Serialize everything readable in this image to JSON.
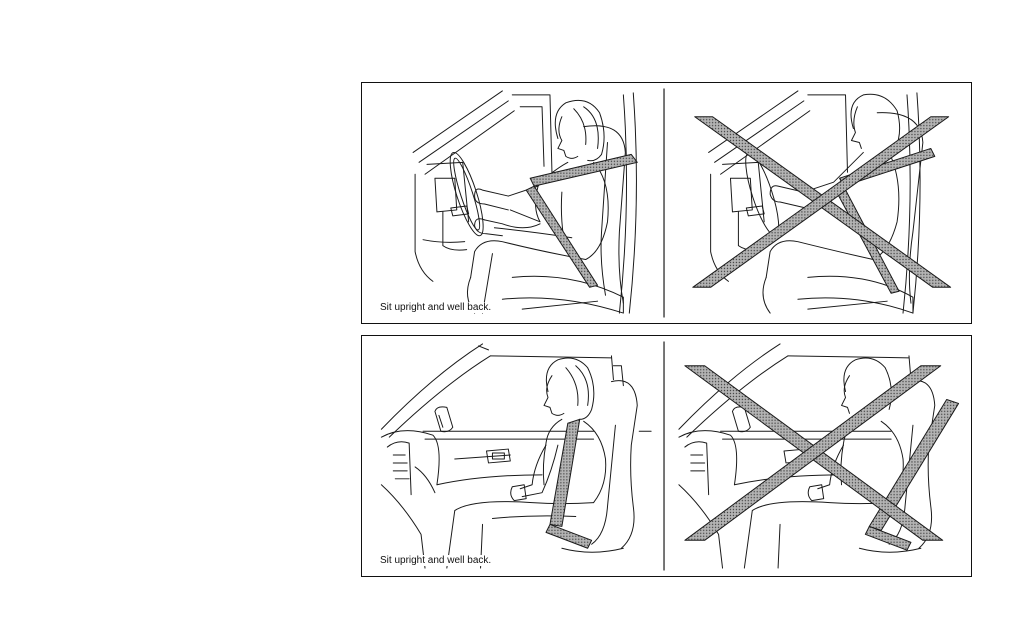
{
  "figures": [
    {
      "caption": "Sit upright and well back."
    },
    {
      "caption": "Sit upright and well back."
    }
  ],
  "colors": {
    "line": "#1a1a1a",
    "belt_fill": "#8c8c8c",
    "cross_fill": "#9a9a9a"
  },
  "icons": {
    "correct": "driver-seated-upright-illustration",
    "incorrect": "cross-mark-icon"
  }
}
